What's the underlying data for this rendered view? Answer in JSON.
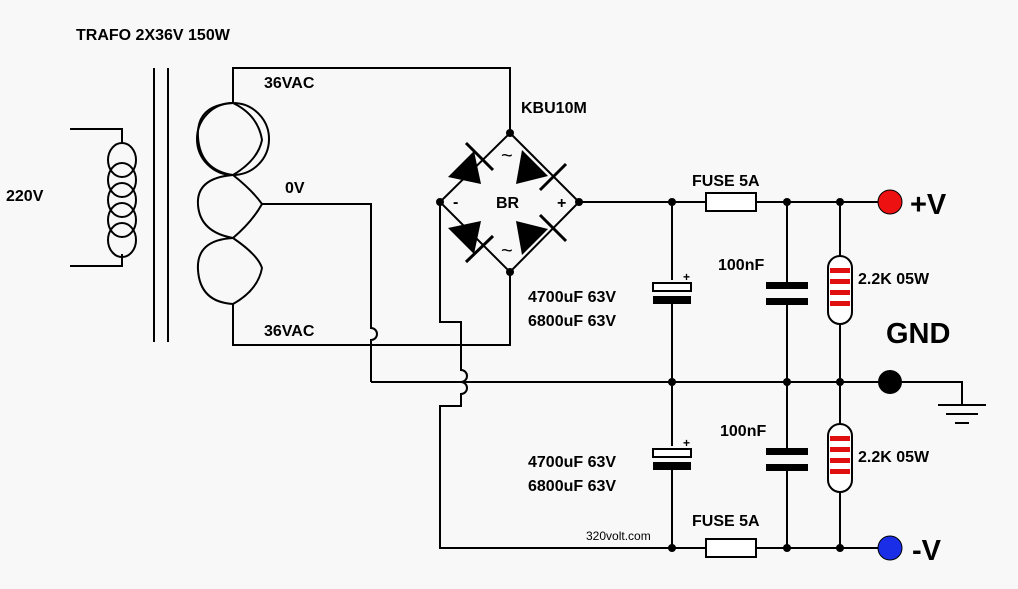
{
  "labels": {
    "title": "TRAFO 2X36V 150W",
    "primary_voltage": "220V",
    "secondary_top": "36VAC",
    "center_tap": "0V",
    "secondary_bottom": "36VAC",
    "bridge_part": "KBU10M",
    "bridge_ref": "BR",
    "bridge_minus": "-",
    "bridge_plus": "+",
    "fuse_top": "FUSE 5A",
    "fuse_bottom": "FUSE 5A",
    "cap_film_top": "100nF",
    "cap_film_bottom": "100nF",
    "cap_elec_top_line1": "4700uF 63V",
    "cap_elec_top_line2": "6800uF 63V",
    "cap_elec_bottom_line1": "4700uF 63V",
    "cap_elec_bottom_line2": "6800uF 63V",
    "polarity_plus_top": "+",
    "polarity_plus_bottom": "+",
    "resistor_top": "2.2K 05W",
    "resistor_bottom": "2.2K 05W",
    "out_positive": "+V",
    "out_ground": "GND",
    "out_negative": "-V",
    "watermark": "320volt.com",
    "ac_symbol_top": "~",
    "ac_symbol_bottom": "~"
  },
  "colors": {
    "positive_terminal": "#ee1111",
    "negative_terminal": "#1a2ee8",
    "ground_terminal": "#000000",
    "resistor_bands": "#e01010"
  }
}
